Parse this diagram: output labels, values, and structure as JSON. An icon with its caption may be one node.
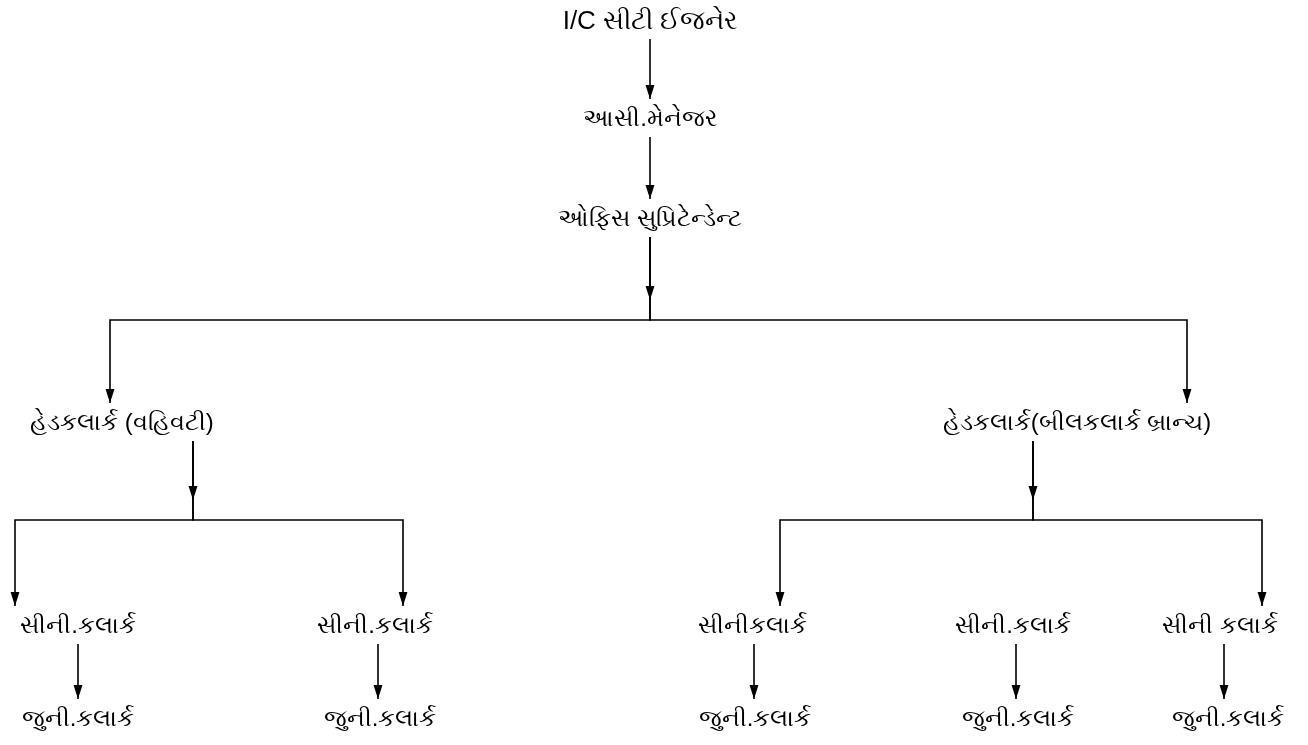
{
  "diagram": {
    "nodes": [
      {
        "text": [
          "I/C સીટી ઈજનેર"
        ]
      },
      {
        "text": [
          "આસી.મેનેજર"
        ]
      },
      {
        "text": [
          "ઓફિસ સુપ્રિટેન્ડેન્ટ"
        ]
      },
      {
        "text": [
          "હેડકલાર્ક (વહિવટી)"
        ]
      },
      {
        "text": [
          "હેડકલાર્ક(બીલકલાર્ક બ્રાન્ચ)"
        ]
      },
      {
        "text": [
          "સીની.કલાર્ક"
        ]
      },
      {
        "text": [
          "સીની.કલાર્ક"
        ]
      },
      {
        "text": [
          "સીનીકલાર્ક"
        ]
      },
      {
        "text": [
          "સીની.કલાર્ક"
        ]
      },
      {
        "text": [
          "સીની કલાર્ક"
        ]
      },
      {
        "text": [
          "જુની.કલાર્ક"
        ]
      },
      {
        "text": [
          "જુની.કલાર્ક"
        ]
      },
      {
        "text": [
          "જુની.કલાર્ક"
        ]
      },
      {
        "text": [
          "જુની.કલાર્ક"
        ]
      },
      {
        "text": [
          "જુની.કલાર્ક"
        ]
      }
    ],
    "edges": [
      {
        "from": 0,
        "to": 1,
        "arrow": "to"
      },
      {
        "from": 1,
        "to": 2,
        "arrow": "to"
      },
      {
        "from": 2,
        "to": 3,
        "arrow": "to"
      },
      {
        "from": 2,
        "to": 4,
        "arrow": "to"
      },
      {
        "from": 3,
        "to": 5,
        "arrow": "to"
      },
      {
        "from": 3,
        "to": 6,
        "arrow": "to"
      },
      {
        "from": 4,
        "to": 7,
        "arrow": "to"
      },
      {
        "from": 4,
        "to": 9,
        "arrow": "to"
      },
      {
        "from": 5,
        "to": 10,
        "arrow": "to"
      },
      {
        "from": 6,
        "to": 11,
        "arrow": "to"
      },
      {
        "from": 7,
        "to": 12,
        "arrow": "to"
      },
      {
        "from": 8,
        "to": 13,
        "arrow": "to"
      },
      {
        "from": 9,
        "to": 14,
        "arrow": "to"
      }
    ]
  }
}
